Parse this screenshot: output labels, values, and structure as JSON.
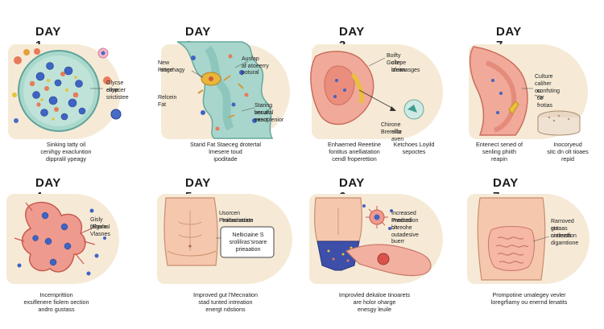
{
  "panels": [
    {
      "day": "DAY 1",
      "labels": [
        "Glycse ellypcer",
        "cone srictistee"
      ],
      "caption": [
        "Sinking tatty oil",
        "cenihgy exacluntion",
        "dippralil ypeagy"
      ]
    },
    {
      "day": "DAY 2",
      "labels": [
        "New Prage",
        "attechagy",
        "Ausfap af a potural",
        "toeerry",
        "Relcein Fat",
        "Staring hor af",
        "vesulial exect",
        "cenoplenior"
      ],
      "caption": [
        "Starid Fat Staeceg drotertal",
        "lmesere toud",
        "ipoditade"
      ]
    },
    {
      "day": "DAY 3",
      "labels": [
        "Boifty Gollepe",
        "cite ofean",
        "lonimasges",
        "Chirone Bremilla",
        "ellte aven",
        "Enhaerned Reeetine",
        "fontitus anelliatation",
        "cendl froperettion"
      ],
      "caption": [
        "Ketchoes Loyild",
        "sepoctes"
      ]
    },
    {
      "day": "DAY 7",
      "labels": [
        "Culture",
        "caliher ou 'Yor",
        "confsting",
        "co frotias",
        "Entenect sened of",
        "senling phiith",
        "reapin"
      ],
      "caption": [
        "Inocoryeud",
        "sitc dn olt tioaes",
        "repid"
      ]
    },
    {
      "day": "DAY 4",
      "labels": [
        "Gisly talgale",
        "(Eternal",
        "Vlasnes"
      ],
      "caption": [
        "Incemprittion",
        "exsiflenere fiolem oection",
        "andro gustass"
      ]
    },
    {
      "day": "DAY 5",
      "labels": [
        "Usorcen Prodarmation",
        "Initnatiatrate",
        "Nelticiaine S",
        "sroliliras'sroare",
        "prieaation"
      ],
      "caption": [
        "Improved gut l'Mecnation",
        "stad tunted intreation",
        "energt ndstions"
      ]
    },
    {
      "day": "DAY 6",
      "labels": [
        "Increased Production",
        "Imected hnreohe",
        "olt outadesive buerr"
      ],
      "caption": [
        "Improvled dekaloe tinoarets",
        "are holor oharge",
        "enesgy leuile"
      ]
    },
    {
      "day": "DAY 7",
      "labels": [
        "Rarroved gut",
        "stnaas ondeeth",
        "nirtesstion",
        "digamtione"
      ],
      "caption": [
        "Prompotine umalegey vevler",
        "loregrfiamy ou enernd lenatits"
      ]
    }
  ]
}
